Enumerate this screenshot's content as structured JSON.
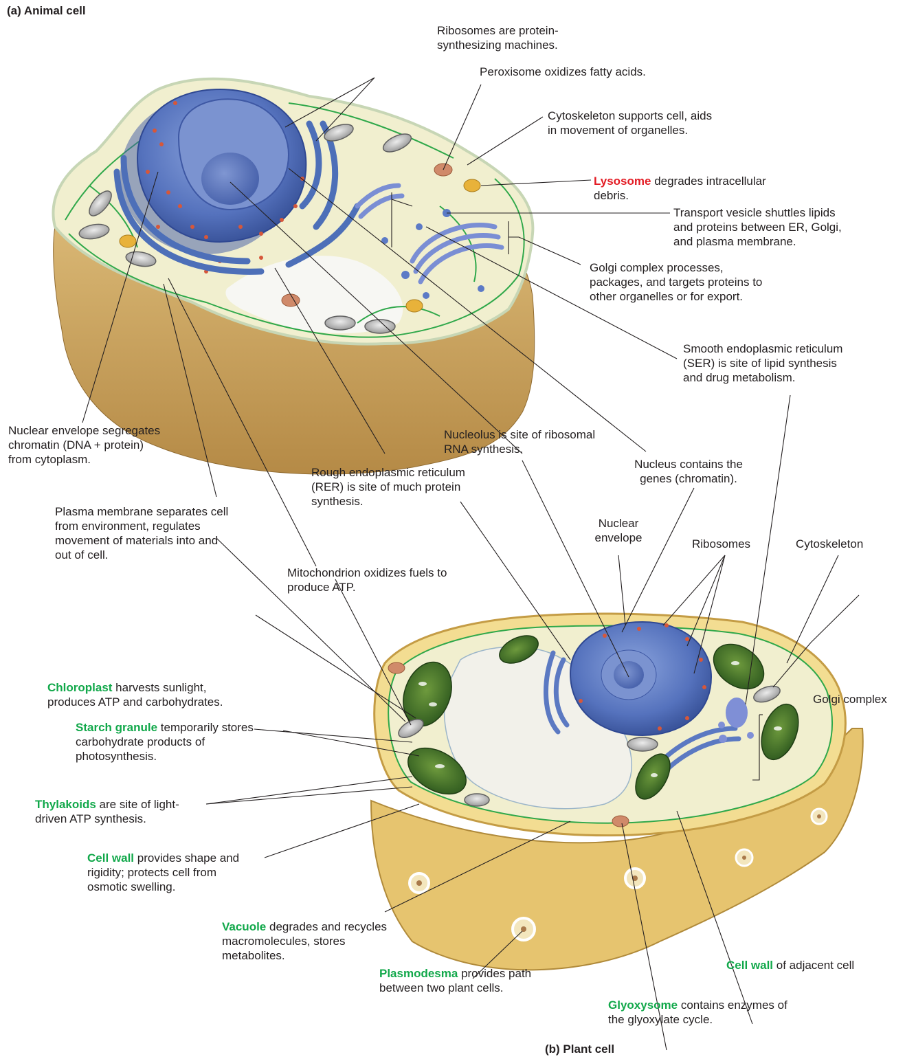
{
  "colors": {
    "highlight_red": "#e31b23",
    "highlight_green": "#11a84a",
    "nucleus_blue": "#5a78c0",
    "cytoplasm": "#f1efcf",
    "cell_base": "#c9a15c",
    "cell_wall": "#ecd48a",
    "chloroplast": "#3f7a2a",
    "cytoskeleton": "#2fa84a"
  },
  "panel_a": "(a)  Animal cell",
  "panel_b": "(b) Plant cell",
  "labels": {
    "ribosomes_a": {
      "text": "Ribosomes are protein-\nsynthesizing machines."
    },
    "peroxisome": {
      "text": "Peroxisome oxidizes fatty acids."
    },
    "cytoskeleton_a": {
      "text": "Cytoskeleton supports cell, aids\nin movement of organelles."
    },
    "lysosome": {
      "highlight": "Lysosome",
      "text": " degrades intracellular\ndebris."
    },
    "transport_vesicle": {
      "text": "Transport vesicle shuttles lipids\nand proteins between ER, Golgi,\nand plasma membrane."
    },
    "golgi_a": {
      "text": "Golgi complex processes,\npackages, and targets proteins to\nother organelles or for export."
    },
    "ser": {
      "text": "Smooth endoplasmic reticulum\n(SER) is site of lipid synthesis\nand drug metabolism."
    },
    "nuclear_envelope_a": {
      "text": "Nuclear envelope segregates\nchromatin (DNA + protein)\nfrom cytoplasm."
    },
    "nucleolus": {
      "text": "Nucleolus is site of ribosomal\nRNA synthesis."
    },
    "nucleus": {
      "text": "Nucleus contains the\ngenes (chromatin)."
    },
    "rer": {
      "text": "Rough endoplasmic reticulum\n(RER) is site of much protein\nsynthesis."
    },
    "plasma_membrane": {
      "text": "Plasma membrane separates cell\nfrom environment, regulates\nmovement of materials into and\nout of cell."
    },
    "mitochondrion": {
      "text": "Mitochondrion oxidizes fuels to\nproduce ATP."
    },
    "nuclear_envelope_b": {
      "text": "Nuclear\nenvelope"
    },
    "ribosomes_b": {
      "text": "Ribosomes"
    },
    "cytoskeleton_b": {
      "text": "Cytoskeleton"
    },
    "golgi_b": {
      "text": "Golgi complex"
    },
    "chloroplast": {
      "highlight": "Chloroplast",
      "text": " harvests sunlight,\nproduces ATP and carbohydrates."
    },
    "starch": {
      "highlight": "Starch granule",
      "text": " temporarily stores\ncarbohydrate products of\nphotosynthesis."
    },
    "thylakoids": {
      "highlight": "Thylakoids",
      "text": " are site of light-\ndriven ATP synthesis."
    },
    "cell_wall": {
      "highlight": "Cell wall",
      "text": " provides shape and\nrigidity; protects cell from\nosmotic swelling."
    },
    "vacuole": {
      "highlight": "Vacuole",
      "text": " degrades and recycles\nmacromolecules, stores\nmetabolites."
    },
    "plasmodesma": {
      "highlight": "Plasmodesma",
      "text": " provides path\nbetween two plant cells."
    },
    "cell_wall_adjacent": {
      "highlight": "Cell wall",
      "text": " of adjacent cell"
    },
    "glyoxysome": {
      "highlight": "Glyoxysome",
      "text": " contains enzymes of\nthe glyoxylate cycle."
    }
  }
}
